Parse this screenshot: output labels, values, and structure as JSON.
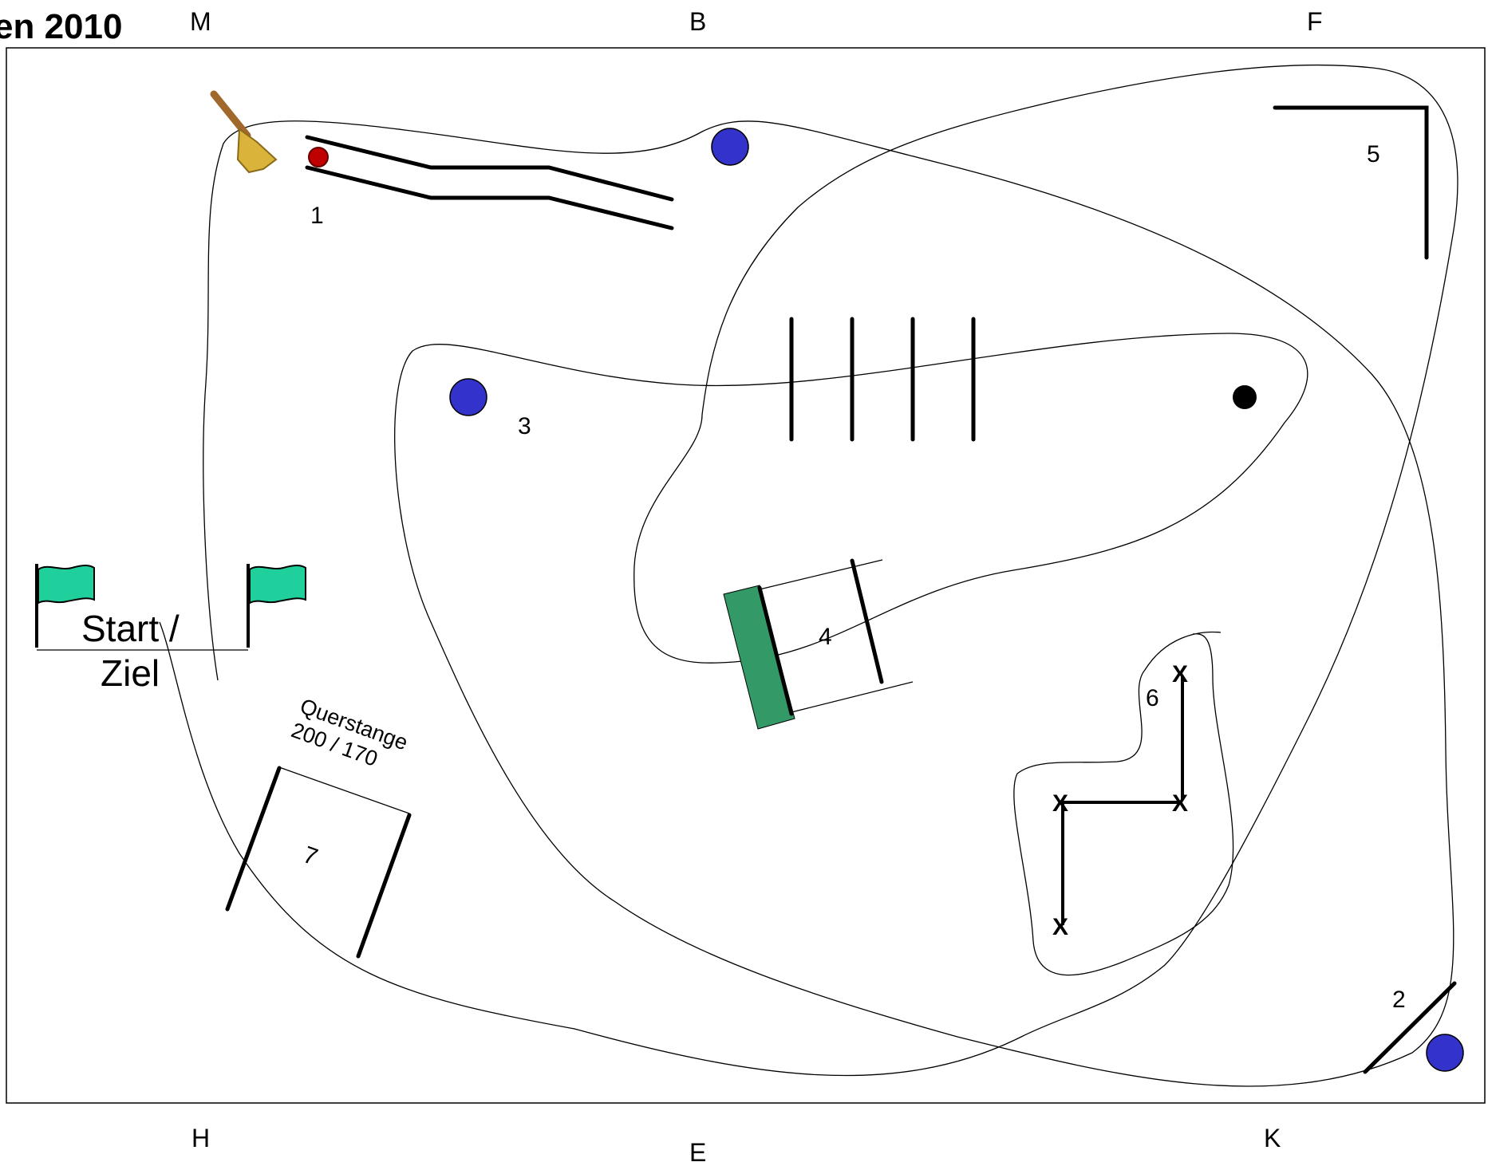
{
  "title": "en 2010",
  "letters": {
    "top_left": "M",
    "top_center": "B",
    "top_right": "F",
    "bottom_left": "H",
    "bottom_center": "E",
    "bottom_right": "K"
  },
  "obstacles": {
    "one": "1",
    "two": "2",
    "three": "3",
    "four": "4",
    "five": "5",
    "six": "6",
    "seven": "7"
  },
  "start": {
    "line1": "Start /",
    "line2": "Ziel"
  },
  "crossbar": {
    "line1": "Querstange",
    "line2": "200 / 170"
  },
  "colors": {
    "cone": "#3333cc",
    "flag": "#1fcf9c",
    "ramp": "#339966",
    "ball": "#c00000"
  }
}
